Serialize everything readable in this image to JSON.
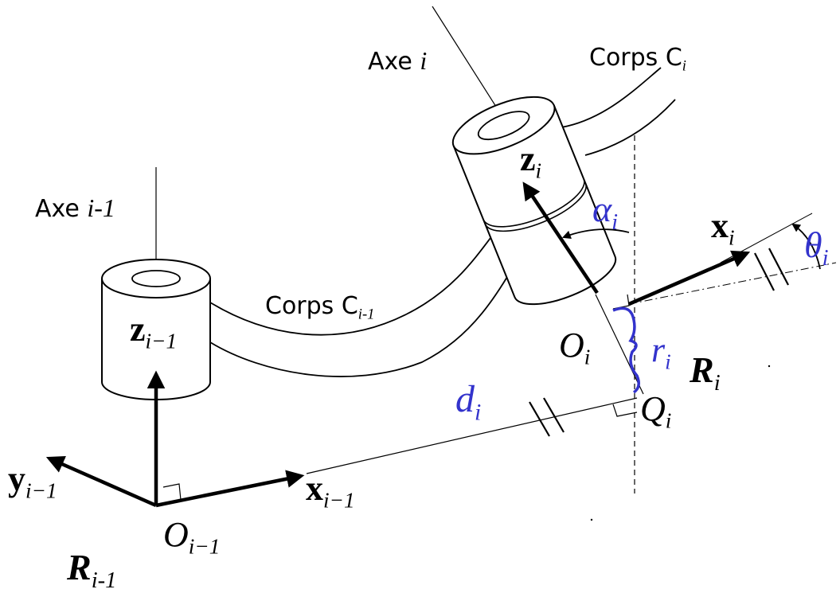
{
  "colors": {
    "ink": "#000000",
    "accent": "#3333cc",
    "background": "#ffffff"
  },
  "labels": {
    "axe_i": {
      "base": "Axe ",
      "var": "i"
    },
    "axe_im1": {
      "base": "Axe ",
      "var": "i-1"
    },
    "corps_ci": {
      "base": "Corps C",
      "sub": "i"
    },
    "corps_cim1": {
      "base": "Corps C",
      "sub": "i-1"
    },
    "z_i": {
      "base": "z",
      "sub": "i"
    },
    "z_im1": {
      "base": "z",
      "sub": "i−1"
    },
    "x_i": {
      "base": "x",
      "sub": "i"
    },
    "x_im1": {
      "base": "x",
      "sub": "i−1"
    },
    "y_im1": {
      "base": "y",
      "sub": "i−1"
    },
    "o_i": {
      "base": "O",
      "sub": "i"
    },
    "o_im1": {
      "base": "O",
      "sub": "i−1"
    },
    "q_i": {
      "base": "Q",
      "sub": "i"
    },
    "r_i_frame": {
      "base": "R",
      "sub": "i"
    },
    "r_im1_frame": {
      "base": "R",
      "sub": "i-1"
    },
    "alpha_i": {
      "base": "α",
      "sub": "i"
    },
    "theta_i": {
      "base": "θ",
      "sub": "i"
    },
    "r_i_param": {
      "base": "r",
      "sub": "i"
    },
    "d_i": {
      "base": "d",
      "sub": "i"
    }
  }
}
